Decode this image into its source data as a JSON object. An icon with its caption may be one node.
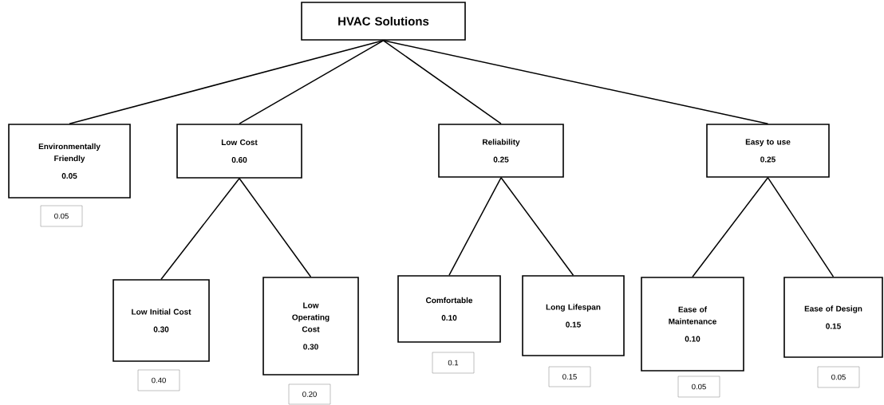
{
  "diagram": {
    "nodes": [
      {
        "text": [
          "HVAC Solutions"
        ]
      },
      {
        "text": [
          "Environmentally Friendly",
          "0.05"
        ]
      },
      {
        "text": [
          "Low Cost",
          "0.60"
        ]
      },
      {
        "text": [
          "Reliability",
          "0.25"
        ]
      },
      {
        "text": [
          "Easy to use",
          "0.25"
        ]
      },
      {
        "text": [
          "Low Initial Cost",
          "0.30"
        ]
      },
      {
        "text": [
          "Low Operating Cost",
          "0.30"
        ]
      },
      {
        "text": [
          "Comfortable",
          "0.10"
        ]
      },
      {
        "text": [
          "Long Lifespan",
          "0.15"
        ]
      },
      {
        "text": [
          "Ease of Maintenance",
          "0.10"
        ]
      },
      {
        "text": [
          "Ease of Design",
          "0.15"
        ]
      },
      {
        "text": [
          "0.05"
        ]
      },
      {
        "text": [
          "0.40"
        ]
      },
      {
        "text": [
          "0.20"
        ]
      },
      {
        "text": [
          "0.1"
        ]
      },
      {
        "text": [
          "0.15"
        ]
      },
      {
        "text": [
          "0.05"
        ]
      },
      {
        "text": [
          "0.05"
        ]
      }
    ],
    "edges": [
      {
        "from": 0,
        "to": 1,
        "arrow": "none"
      },
      {
        "from": 0,
        "to": 2,
        "arrow": "none"
      },
      {
        "from": 0,
        "to": 3,
        "arrow": "none"
      },
      {
        "from": 0,
        "to": 4,
        "arrow": "none"
      },
      {
        "from": 2,
        "to": 5,
        "arrow": "none"
      },
      {
        "from": 2,
        "to": 6,
        "arrow": "none"
      },
      {
        "from": 3,
        "to": 7,
        "arrow": "none"
      },
      {
        "from": 3,
        "to": 8,
        "arrow": "none"
      },
      {
        "from": 4,
        "to": 9,
        "arrow": "none"
      },
      {
        "from": 4,
        "to": 10,
        "arrow": "none"
      }
    ]
  }
}
